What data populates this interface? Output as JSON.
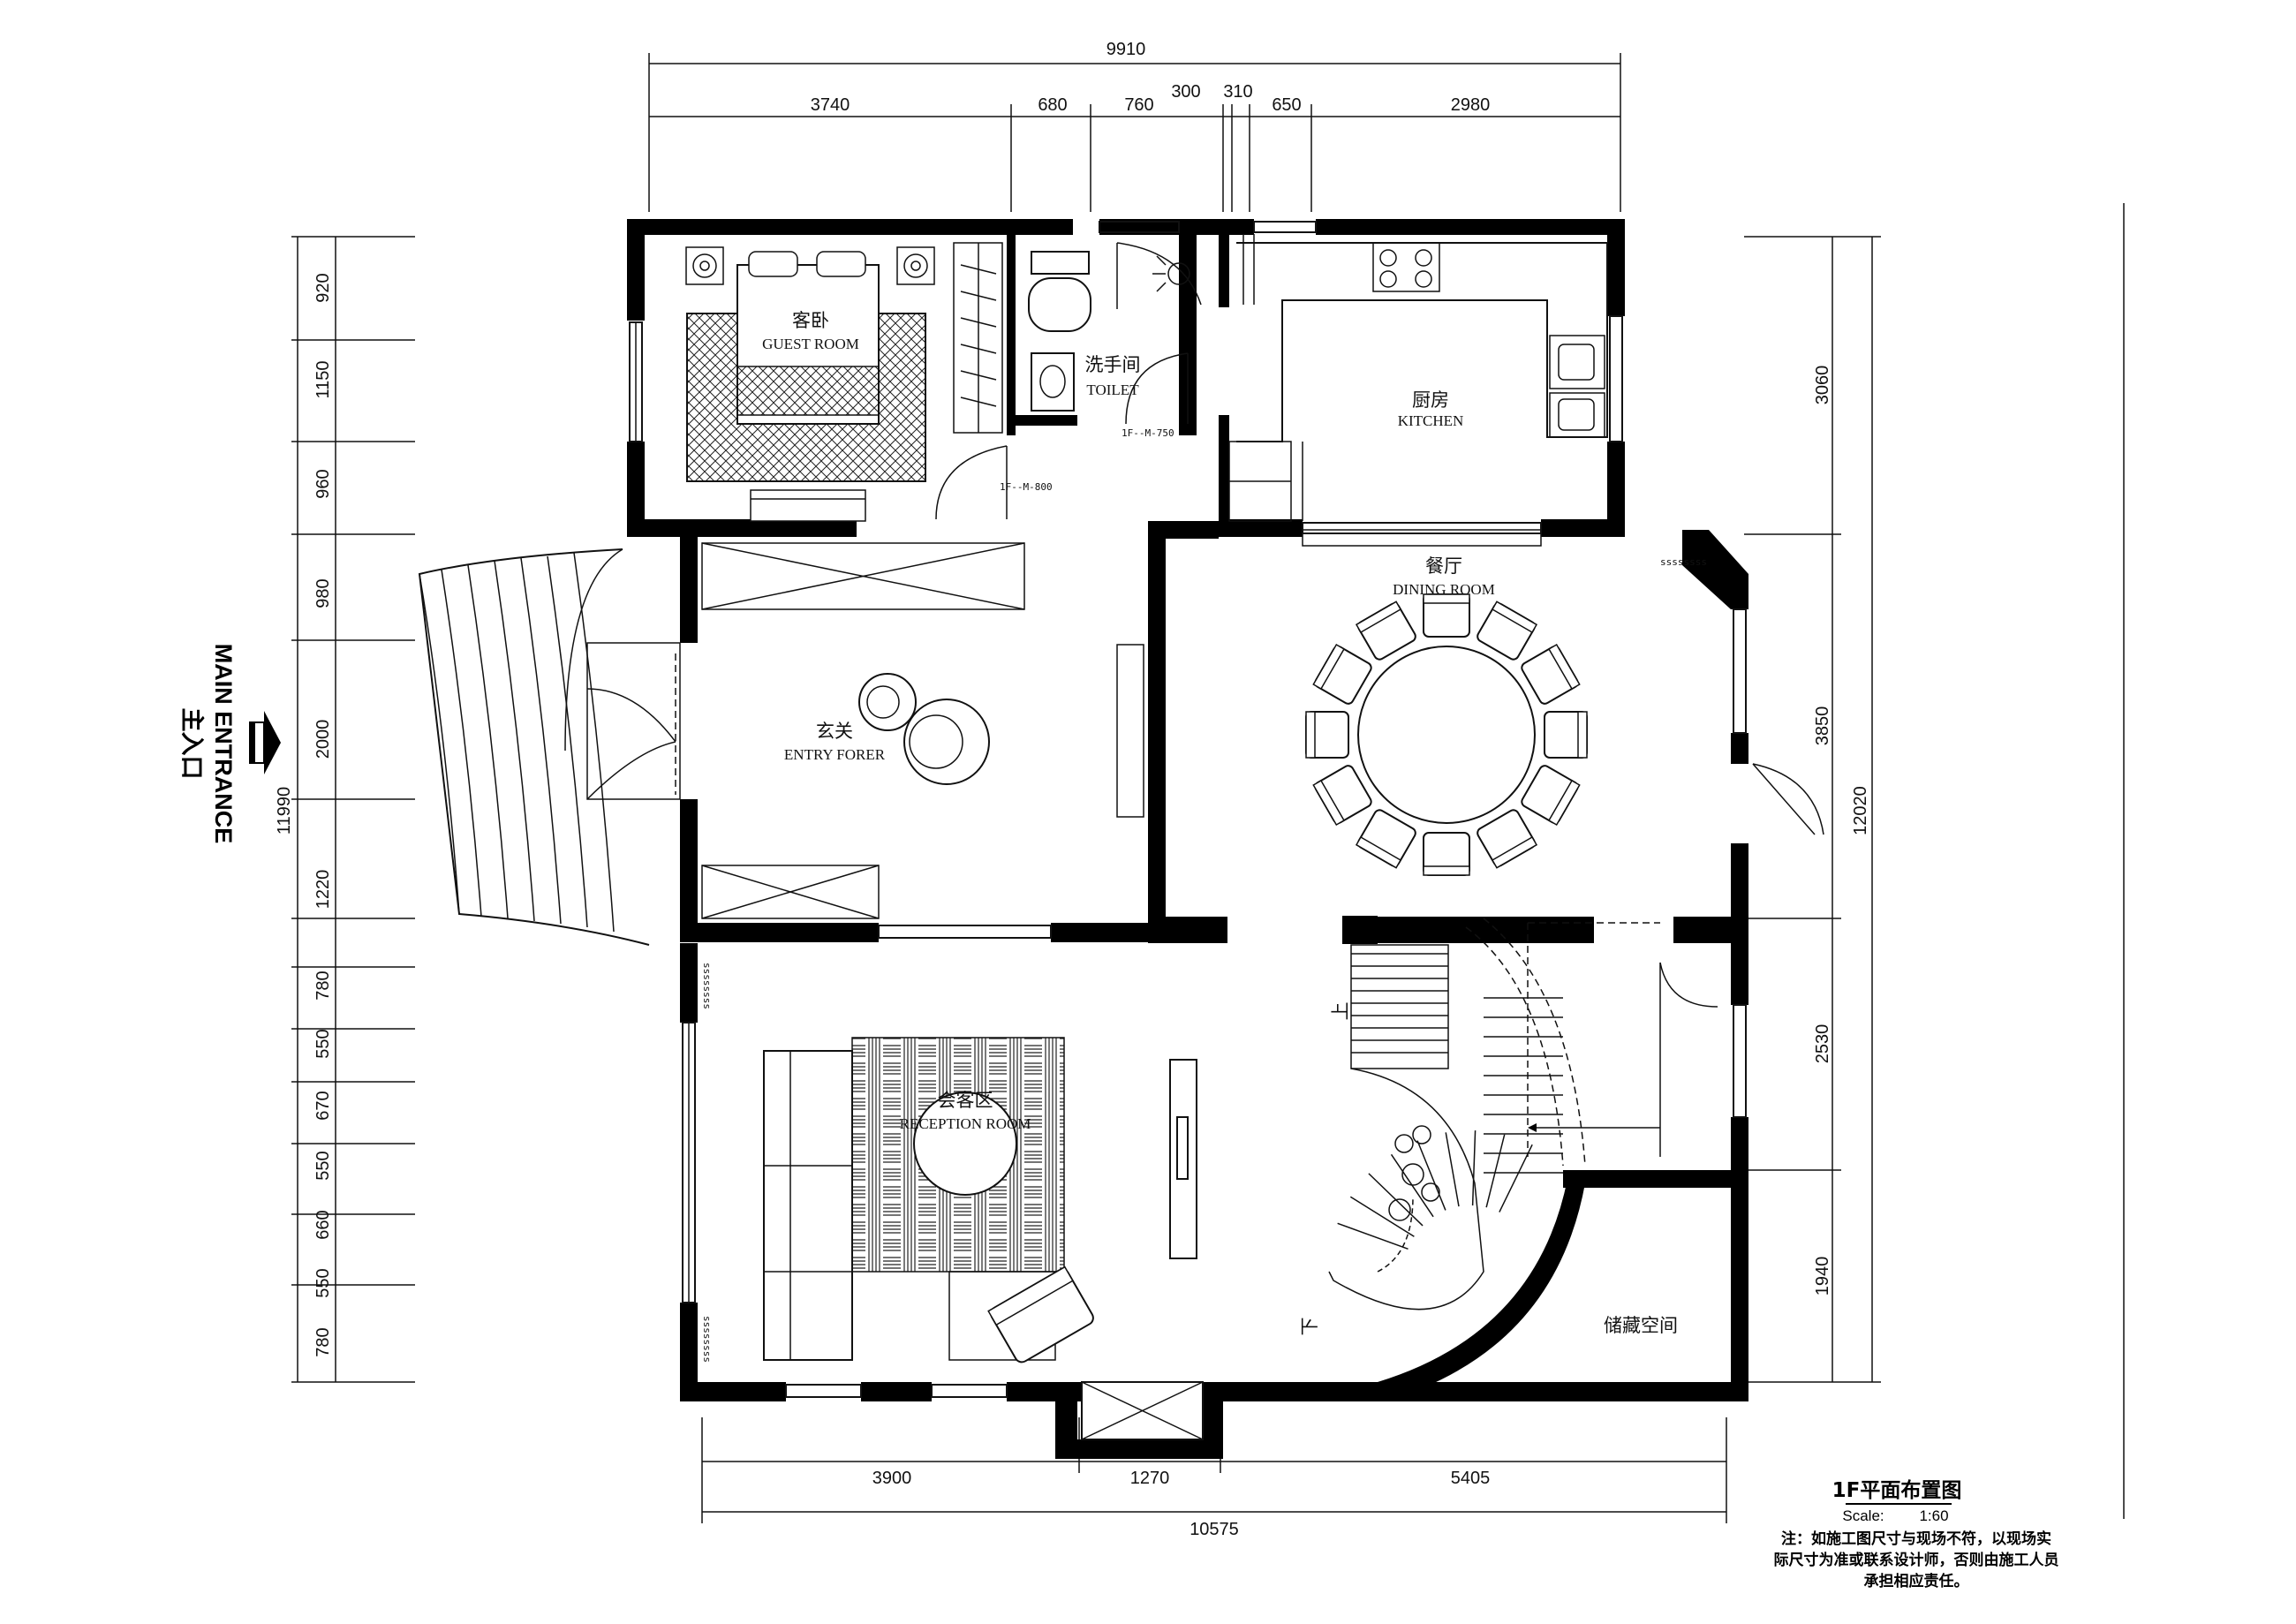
{
  "dimensions": {
    "top_total": "9910",
    "top_segments": [
      "3740",
      "680",
      "760",
      "300",
      "310",
      "650",
      "2980"
    ],
    "left_total": "11990",
    "left_segments": [
      "920",
      "1150",
      "960",
      "980",
      "2000",
      "1220",
      "780",
      "550",
      "670",
      "550",
      "660",
      "550",
      "780"
    ],
    "right_total": "12020",
    "right_segments": [
      "3060",
      "3850",
      "2530",
      "1940"
    ],
    "bottom_total": "10575",
    "bottom_segments": [
      "3900",
      "1270",
      "5405"
    ]
  },
  "rooms": {
    "guest_room": {
      "cn": "客卧",
      "en": "GUEST ROOM"
    },
    "toilet": {
      "cn": "洗手间",
      "en": "TOILET"
    },
    "kitchen": {
      "cn": "厨房",
      "en": "KITCHEN"
    },
    "dining": {
      "cn": "餐厅",
      "en": "DINING ROOM"
    },
    "entry": {
      "cn": "玄关",
      "en": "ENTRY FORER"
    },
    "reception": {
      "cn": "会客区",
      "en": "RECEPTION ROOM"
    },
    "storage": {
      "cn": "储藏空间"
    }
  },
  "doors": {
    "d750": "1F--M-750",
    "d800": "1F--M-800"
  },
  "stair_marks": [
    "上",
    "下"
  ],
  "entrance": {
    "en": "MAIN ENTRANCE",
    "cn": "主入口"
  },
  "title_block": {
    "title": "1F平面布置图",
    "scale_label": "Scale:",
    "scale_value": "1:60",
    "note_lines": [
      "注：如施工图尺寸与现场不符，以现场实",
      "际尺寸为准或联系设计师，否则由施工人员",
      "承担相应责任。"
    ]
  }
}
